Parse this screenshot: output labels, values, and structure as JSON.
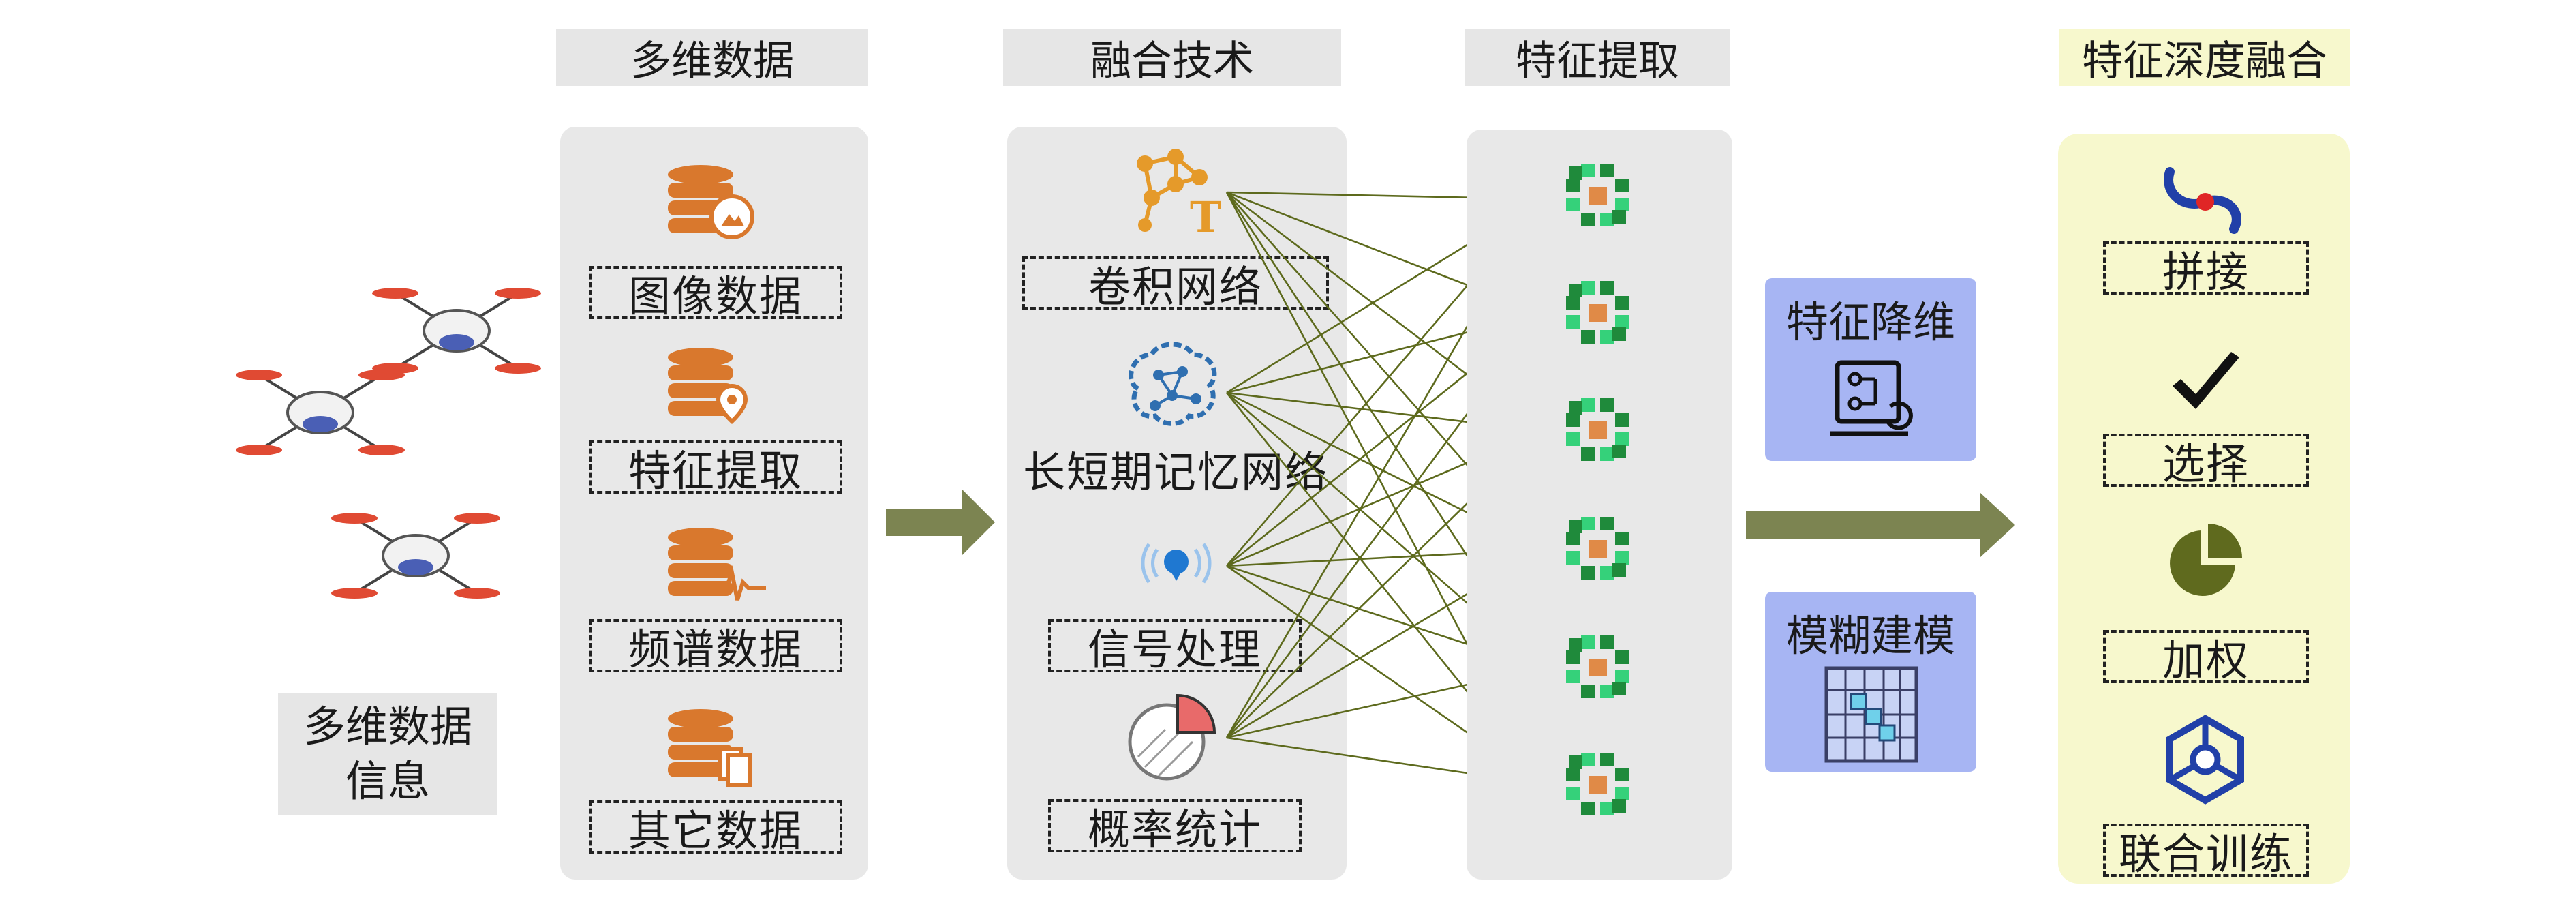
{
  "info_box": {
    "line1": "多维数据",
    "line2": "信息"
  },
  "columns": {
    "multi_data": {
      "header": "多维数据",
      "items": [
        "图像数据",
        "特征提取",
        "频谱数据",
        "其它数据"
      ],
      "icons": [
        "database-image-icon",
        "database-location-icon",
        "database-waveform-icon",
        "database-documents-icon"
      ]
    },
    "fusion_tech": {
      "header": "融合技术",
      "items": [
        "卷积网络",
        "长短期记忆网络",
        "信号处理",
        "概率统计"
      ],
      "icons": [
        "network-graph-icon",
        "brain-network-icon",
        "signal-broadcast-icon",
        "pie-chart-icon"
      ]
    },
    "feature_extract": {
      "header": "特征提取",
      "node_count": 6
    },
    "middle": {
      "box1": "特征降维",
      "box2": "模糊建模",
      "icons": [
        "dimension-reduction-icon",
        "fuzzy-grid-icon"
      ]
    },
    "deep_fusion": {
      "header": "特征深度融合",
      "items": [
        "拼接",
        "选择",
        "加权",
        "联合训练"
      ],
      "icons": [
        "splice-icon",
        "checkmark-icon",
        "pie-icon",
        "joint-hexagon-icon"
      ]
    }
  },
  "colors": {
    "panel_gray": "#e8e8e8",
    "header_gray": "#e6e6e6",
    "accent_orange": "#d9782d",
    "arrow_olive": "#7c8451",
    "line_olive": "#5d6a1d",
    "blue_box": "#a7b5f3",
    "yellow_panel": "#f7f8cd",
    "node_green": "#1f8a3b",
    "node_light_green": "#35d17a",
    "node_center": "#e08a47"
  }
}
